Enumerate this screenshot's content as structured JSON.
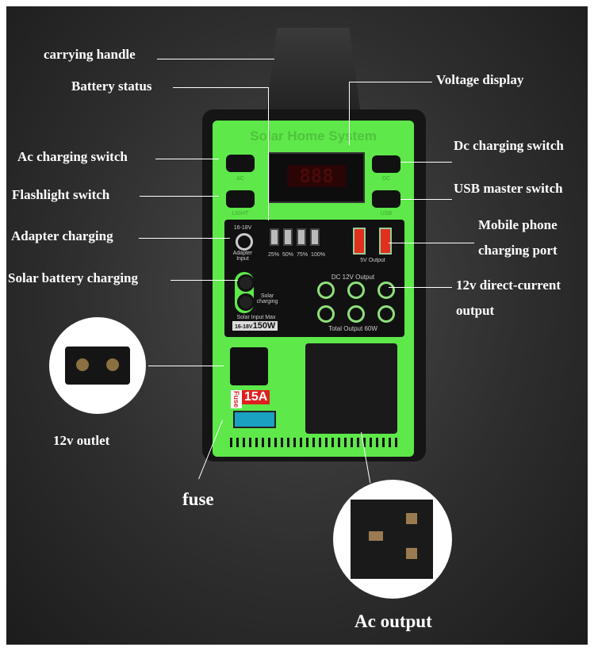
{
  "labels": {
    "carrying_handle": "carrying handle",
    "battery_status": "Battery status",
    "voltage_display": "Voltage display",
    "ac_charging_switch": "Ac charging switch",
    "dc_charging_switch": "Dc charging switch",
    "flashlight_switch": "Flashlight switch",
    "usb_master_switch": "USB master switch",
    "adapter_charging": "Adapter charging",
    "mobile_phone_line1": "Mobile phone",
    "mobile_phone_line2": "charging port",
    "solar_battery_charging": "Solar battery charging",
    "dc_output_line1": "12v direct-current",
    "dc_output_line2": "output",
    "outlet_12v": "12v outlet",
    "fuse": "fuse",
    "ac_output": "Ac output"
  },
  "device": {
    "title": "Solar Home System",
    "ac": "AC",
    "dc": "DC",
    "light": "LIGHT",
    "usb": "USB",
    "adapter_voltage": "16-18V",
    "adapter_input": "Adapter Input",
    "battery_levels": [
      "25%",
      "50%",
      "75%",
      "100%"
    ],
    "usb_output": "5V Output",
    "solar_charging": "Solar charging",
    "solar_input_max": "Solar Input Max",
    "solar_rating_v": "16-18V",
    "solar_rating_w": "150W",
    "dc_output_title": "DC 12V Output",
    "total_output": "Total Output 60W",
    "fuse_label": "Fuse",
    "fuse_rating": "15A"
  }
}
